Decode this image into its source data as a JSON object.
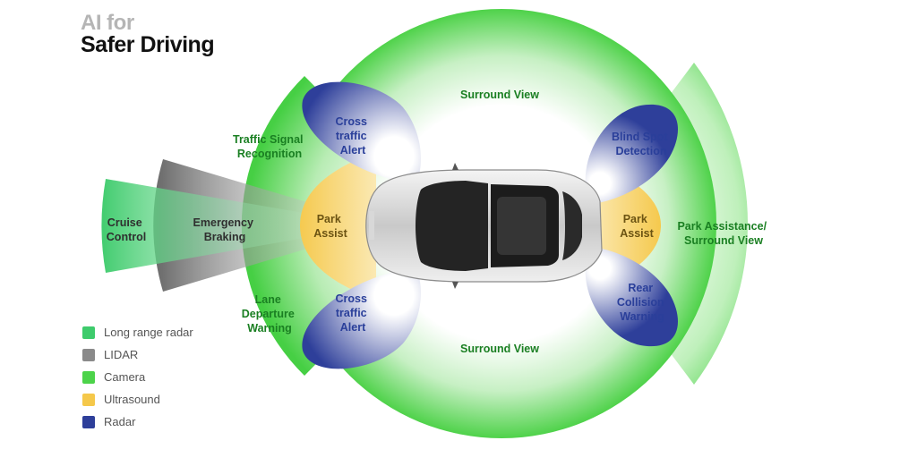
{
  "title": {
    "line1": "AI for",
    "line2": "Safer Driving"
  },
  "colors": {
    "camera": "#4cd34a",
    "long_range_radar": "#3ecb6c",
    "lidar": "#8a8a8a",
    "ultrasound": "#f5c84a",
    "radar": "#2e3f9a",
    "label_dark": "#2f2f2f",
    "label_green": "#1a7f22",
    "label_amber": "#6b5312",
    "label_blue": "#2a3f9a"
  },
  "zones": {
    "surround_view_top": "Surround View",
    "surround_view_bottom": "Surround View",
    "traffic_signal": [
      "Traffic Signal",
      "Recognition"
    ],
    "lane_departure": [
      "Lane",
      "Departure",
      "Warning"
    ],
    "cross_traffic_top": [
      "Cross",
      "traffic",
      "Alert"
    ],
    "cross_traffic_bottom": [
      "Cross",
      "traffic",
      "Alert"
    ],
    "park_assist_left": [
      "Park",
      "Assist"
    ],
    "park_assist_right": [
      "Park",
      "Assist"
    ],
    "blind_spot": [
      "Blind Spot",
      "Detection"
    ],
    "rear_collision": [
      "Rear",
      "Collision",
      "Warning"
    ],
    "park_assistance_right": [
      "Park Assistance/",
      "Surround View"
    ],
    "cruise_control": [
      "Cruise",
      "Control"
    ],
    "emergency_braking": [
      "Emergency",
      "Braking"
    ]
  },
  "legend": [
    {
      "label": "Long range radar",
      "color": "#3ecb6c",
      "icon": "square"
    },
    {
      "label": "LIDAR",
      "color": "#8a8a8a",
      "icon": "square"
    },
    {
      "label": "Camera",
      "color": "#4cd34a",
      "icon": "square"
    },
    {
      "label": "Ultrasound",
      "color": "#f5c84a",
      "icon": "square"
    },
    {
      "label": "Radar",
      "color": "#2e3f9a",
      "icon": "square"
    }
  ]
}
